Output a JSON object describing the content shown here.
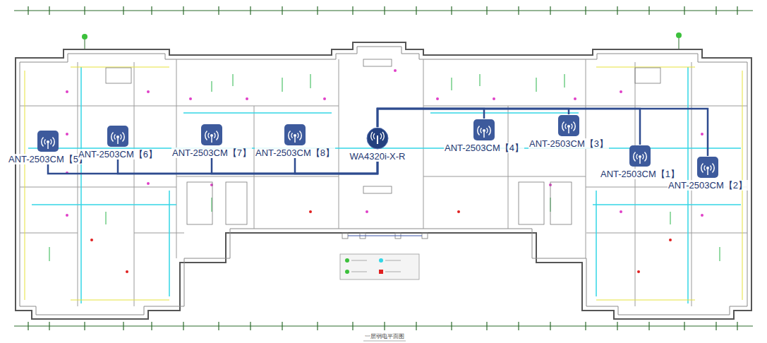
{
  "diagram": {
    "caption": "一层弱电平面图",
    "nodes": [
      {
        "text": [
          "ANT-2503CM【5】"
        ]
      },
      {
        "text": [
          "ANT-2503CM【6】"
        ]
      },
      {
        "text": [
          "ANT-2503CM【7】"
        ]
      },
      {
        "text": [
          "ANT-2503CM【8】"
        ]
      },
      {
        "text": [
          "WA4320i-X-R"
        ]
      },
      {
        "text": [
          "ANT-2503CM【4】"
        ]
      },
      {
        "text": [
          "ANT-2503CM【3】"
        ]
      },
      {
        "text": [
          "ANT-2503CM【1】"
        ]
      },
      {
        "text": [
          "ANT-2503CM【2】"
        ]
      }
    ],
    "edges": [
      {
        "from": 4,
        "to": 0,
        "arrow": "none"
      },
      {
        "from": 4,
        "to": 1,
        "arrow": "none"
      },
      {
        "from": 4,
        "to": 2,
        "arrow": "none"
      },
      {
        "from": 4,
        "to": 3,
        "arrow": "none"
      },
      {
        "from": 4,
        "to": 5,
        "arrow": "none"
      },
      {
        "from": 4,
        "to": 6,
        "arrow": "none"
      },
      {
        "from": 4,
        "to": 7,
        "arrow": "none"
      },
      {
        "from": 4,
        "to": 8,
        "arrow": "none"
      }
    ]
  }
}
